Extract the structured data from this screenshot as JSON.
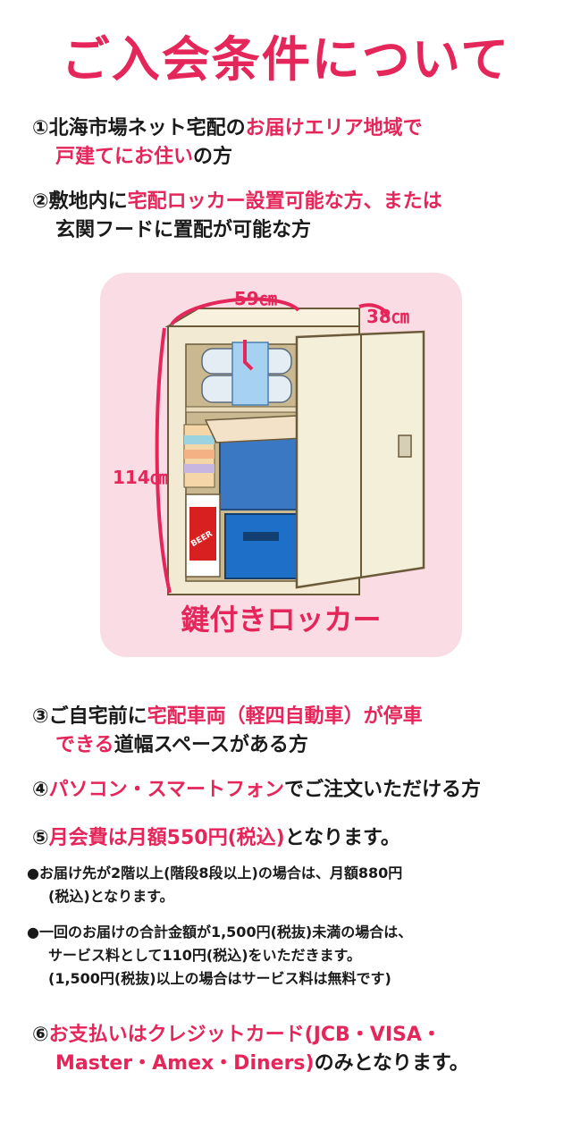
{
  "title": "ご入会条件について",
  "conditions": [
    {
      "num": "①",
      "parts": [
        [
          "北海市場ネット宅配の",
          ""
        ],
        [
          "お届けエリア地域で",
          "hl"
        ]
      ],
      "line2": [
        [
          "戸建てにお住い",
          "hl"
        ],
        [
          "の方",
          ""
        ]
      ]
    },
    {
      "num": "②",
      "parts": [
        [
          "敷地内に",
          ""
        ],
        [
          "宅配ロッカー設置可能な方、または",
          "hl"
        ]
      ],
      "line2": [
        [
          "玄関フードに置配が可能な方",
          ""
        ]
      ]
    },
    {
      "num": "③",
      "parts": [
        [
          "ご自宅前に",
          ""
        ],
        [
          "宅配車両（軽四自動車）が停車",
          "hl"
        ]
      ],
      "line2": [
        [
          "できる",
          "hl"
        ],
        [
          "道幅スペースがある方",
          ""
        ]
      ]
    },
    {
      "num": "④",
      "parts": [
        [
          "パソコン・スマートフォン",
          "hl"
        ],
        [
          "でご注文いただける方",
          ""
        ]
      ]
    },
    {
      "num": "⑤",
      "parts": [
        [
          "月会費は月額550円(税込)",
          "hl"
        ],
        [
          "となります。",
          ""
        ]
      ]
    },
    {
      "num": "⑥",
      "parts": [
        [
          "お支払いはクレジットカード(JCB・VISA・",
          "hl"
        ]
      ],
      "line2": [
        [
          "Master・Amex・Diners)",
          "hl"
        ],
        [
          "のみとなります。",
          ""
        ]
      ]
    }
  ],
  "notes": [
    {
      "line1": "●お届け先が2階以上(階段8段以上)の場合は、月額880円",
      "line2": "(税込)となります。"
    },
    {
      "line1": "●一回のお届けの合計金額が1,500円(税抜)未満の場合は、",
      "line2": "サービス料として110円(税込)をいただきます。",
      "line3": "(1,500円(税抜)以上の場合はサービス料は無料です)"
    }
  ],
  "locker": {
    "caption": "鍵付きロッカー",
    "width_label": "59㎝",
    "depth_label": "38㎝",
    "height_label": "114㎝",
    "beer_label": "BEER"
  },
  "colors": {
    "accent": "#e5265a",
    "panel": "#f9dce4"
  }
}
